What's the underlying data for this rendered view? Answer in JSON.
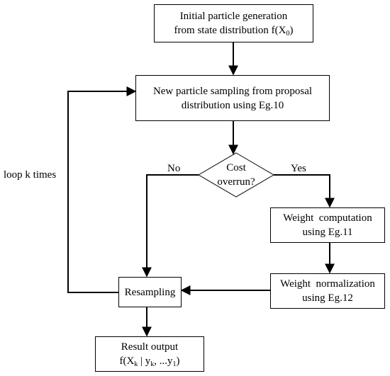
{
  "nodes": {
    "init": {
      "line1": "Initial particle generation",
      "line2_prefix": "from state distribution f(X",
      "line2_sub": "0",
      "line2_suffix": ")"
    },
    "sampling": {
      "line1": "New particle sampling from proposal",
      "line2": "distribution using Eg.10"
    },
    "decision": {
      "line1": "Cost",
      "line2": "overrun?"
    },
    "weight_comp": {
      "line1": "Weight  computation",
      "line2": "using Eg.11"
    },
    "weight_norm": {
      "line1": "Weight  normalization",
      "line2": "using Eg.12"
    },
    "resampling": {
      "label": "Resampling"
    },
    "result": {
      "line1": "Result output",
      "line2_f": "f(X",
      "line2_sub_k": "k",
      "line2_mid": " | y",
      "line2_sub_k2": "k",
      "line2_dots": ", ...y",
      "line2_sub_1": "1",
      "line2_end": ")"
    }
  },
  "edge_labels": {
    "no": "No",
    "yes": "Yes",
    "loop": "loop k times"
  }
}
